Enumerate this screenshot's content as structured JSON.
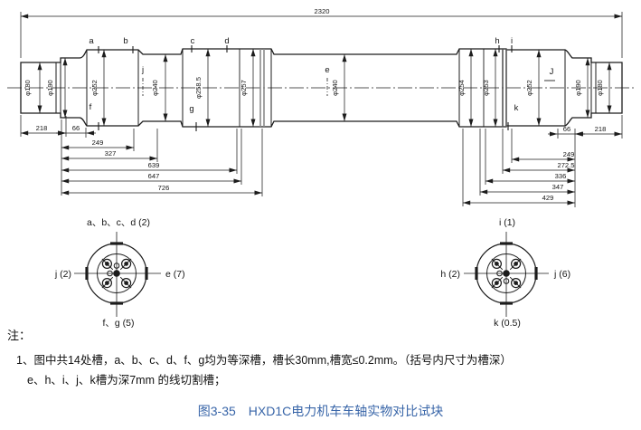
{
  "drawing": {
    "overall_dim": "2320",
    "diameters": [
      "φ180",
      "φ190",
      "φ252",
      "φ240",
      "φ258.5",
      "φ257",
      "φ240",
      "φ254",
      "φ253",
      "φ252",
      "φ190",
      "φ180"
    ],
    "dims_left": [
      "218",
      "66",
      "249",
      "327",
      "639",
      "647",
      "726"
    ],
    "dims_right": [
      "66",
      "218",
      "249",
      "272.5",
      "336",
      "347",
      "429"
    ],
    "grooves": {
      "a": "a",
      "b": "b",
      "c": "c",
      "d": "d",
      "e": "e",
      "f": "f",
      "g": "g",
      "h": "h",
      "i": "i",
      "j": "j",
      "j_right": "J",
      "k": "k"
    }
  },
  "left_section_view": {
    "top": "a、b、c、d (2)",
    "left": "j (2)",
    "right": "e (7)",
    "bottom": "f、g (5)"
  },
  "right_section_view": {
    "top": "i (1)",
    "left": "h (2)",
    "right": "j (6)",
    "bottom": "k (0.5)"
  },
  "notes": {
    "label": "注：",
    "line1": "1、图中共14处槽，a、b、c、d、f、g均为等深槽，槽长30mm,槽宽≤0.2mm。（括号内尺寸为槽深）",
    "line2": "e、h、i、j、k槽为深7mm 的线切割槽；"
  },
  "caption": "图3-35　HXD1C电力机车车轴实物对比试块",
  "colors": {
    "line": "#1c1c1c",
    "caption_blue": "#3865A8",
    "groove_grey": "#8a8a8a",
    "groove_dark": "#555555"
  }
}
